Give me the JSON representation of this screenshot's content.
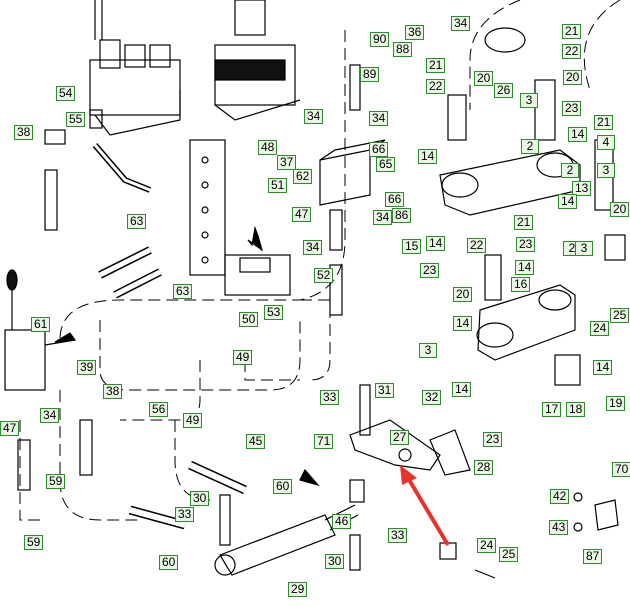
{
  "labels": [
    {
      "id": "l34a",
      "text": "34"
    },
    {
      "id": "l36",
      "text": "36"
    },
    {
      "id": "l21a",
      "text": "21"
    },
    {
      "id": "l22a",
      "text": "22"
    },
    {
      "id": "l90",
      "text": "90"
    },
    {
      "id": "l88",
      "text": "88"
    },
    {
      "id": "l89",
      "text": "89"
    },
    {
      "id": "l21b",
      "text": "21"
    },
    {
      "id": "l22b",
      "text": "22"
    },
    {
      "id": "l20a",
      "text": "20"
    },
    {
      "id": "l26",
      "text": "26"
    },
    {
      "id": "l20b",
      "text": "20"
    },
    {
      "id": "l3a",
      "text": "3"
    },
    {
      "id": "l23a",
      "text": "23"
    },
    {
      "id": "l54",
      "text": "54"
    },
    {
      "id": "l55",
      "text": "55"
    },
    {
      "id": "l38a",
      "text": "38"
    },
    {
      "id": "l48",
      "text": "48"
    },
    {
      "id": "l34b",
      "text": "34"
    },
    {
      "id": "l34c",
      "text": "34"
    },
    {
      "id": "l37",
      "text": "37"
    },
    {
      "id": "l66a",
      "text": "66"
    },
    {
      "id": "l62",
      "text": "62"
    },
    {
      "id": "l65",
      "text": "65"
    },
    {
      "id": "l14a",
      "text": "14"
    },
    {
      "id": "l2a",
      "text": "2"
    },
    {
      "id": "l14b",
      "text": "14"
    },
    {
      "id": "l21c",
      "text": "21"
    },
    {
      "id": "l4",
      "text": "4"
    },
    {
      "id": "l2b",
      "text": "2"
    },
    {
      "id": "l3b",
      "text": "3"
    },
    {
      "id": "l13",
      "text": "13"
    },
    {
      "id": "l14c",
      "text": "14"
    },
    {
      "id": "l20c",
      "text": "20"
    },
    {
      "id": "l51",
      "text": "51"
    },
    {
      "id": "l66b",
      "text": "66"
    },
    {
      "id": "l47",
      "text": "47"
    },
    {
      "id": "l86",
      "text": "86"
    },
    {
      "id": "l34d",
      "text": "34"
    },
    {
      "id": "l15",
      "text": "15"
    },
    {
      "id": "l14d",
      "text": "14"
    },
    {
      "id": "l21d",
      "text": "21"
    },
    {
      "id": "l63a",
      "text": "63"
    },
    {
      "id": "l22c",
      "text": "22"
    },
    {
      "id": "l23b",
      "text": "23"
    },
    {
      "id": "l2c",
      "text": "2"
    },
    {
      "id": "l3c",
      "text": "3"
    },
    {
      "id": "l23c",
      "text": "23"
    },
    {
      "id": "l14e",
      "text": "14"
    },
    {
      "id": "l34e",
      "text": "34"
    },
    {
      "id": "l52",
      "text": "52"
    },
    {
      "id": "l63b",
      "text": "63"
    },
    {
      "id": "l20d",
      "text": "20"
    },
    {
      "id": "l16",
      "text": "16"
    },
    {
      "id": "l50",
      "text": "50"
    },
    {
      "id": "l53",
      "text": "53"
    },
    {
      "id": "l61",
      "text": "61"
    },
    {
      "id": "l14f",
      "text": "14"
    },
    {
      "id": "l24a",
      "text": "24"
    },
    {
      "id": "l25a",
      "text": "25"
    },
    {
      "id": "l49",
      "text": "49"
    },
    {
      "id": "l3d",
      "text": "3"
    },
    {
      "id": "l14g",
      "text": "14"
    },
    {
      "id": "l39",
      "text": "39"
    },
    {
      "id": "l38b",
      "text": "38"
    },
    {
      "id": "l14h",
      "text": "14"
    },
    {
      "id": "l31",
      "text": "31"
    },
    {
      "id": "l19",
      "text": "19"
    },
    {
      "id": "l33a",
      "text": "33"
    },
    {
      "id": "l56",
      "text": "56"
    },
    {
      "id": "l49b",
      "text": "49"
    },
    {
      "id": "l32",
      "text": "32"
    },
    {
      "id": "l17",
      "text": "17"
    },
    {
      "id": "l18",
      "text": "18"
    },
    {
      "id": "l47b",
      "text": "47"
    },
    {
      "id": "l34f",
      "text": "34"
    },
    {
      "id": "l27",
      "text": "27"
    },
    {
      "id": "l23d",
      "text": "23"
    },
    {
      "id": "l45",
      "text": "45"
    },
    {
      "id": "l71",
      "text": "71"
    },
    {
      "id": "l28",
      "text": "28"
    },
    {
      "id": "l70",
      "text": "70"
    },
    {
      "id": "l59a",
      "text": "59"
    },
    {
      "id": "l60a",
      "text": "60"
    },
    {
      "id": "l30a",
      "text": "30"
    },
    {
      "id": "l42",
      "text": "42"
    },
    {
      "id": "l33b",
      "text": "33"
    },
    {
      "id": "l46",
      "text": "46"
    },
    {
      "id": "l43",
      "text": "43"
    },
    {
      "id": "l59b",
      "text": "59"
    },
    {
      "id": "l33c",
      "text": "33"
    },
    {
      "id": "l24b",
      "text": "24"
    },
    {
      "id": "l87",
      "text": "87"
    },
    {
      "id": "l60b",
      "text": "60"
    },
    {
      "id": "l30b",
      "text": "30"
    },
    {
      "id": "l25b",
      "text": "25"
    },
    {
      "id": "l29",
      "text": "29"
    }
  ],
  "pointer": {
    "color": "#e8322a"
  },
  "line_color": "#000000",
  "label_border_color": "#2e8b2e",
  "label_fill_color": "#e9f7e4"
}
